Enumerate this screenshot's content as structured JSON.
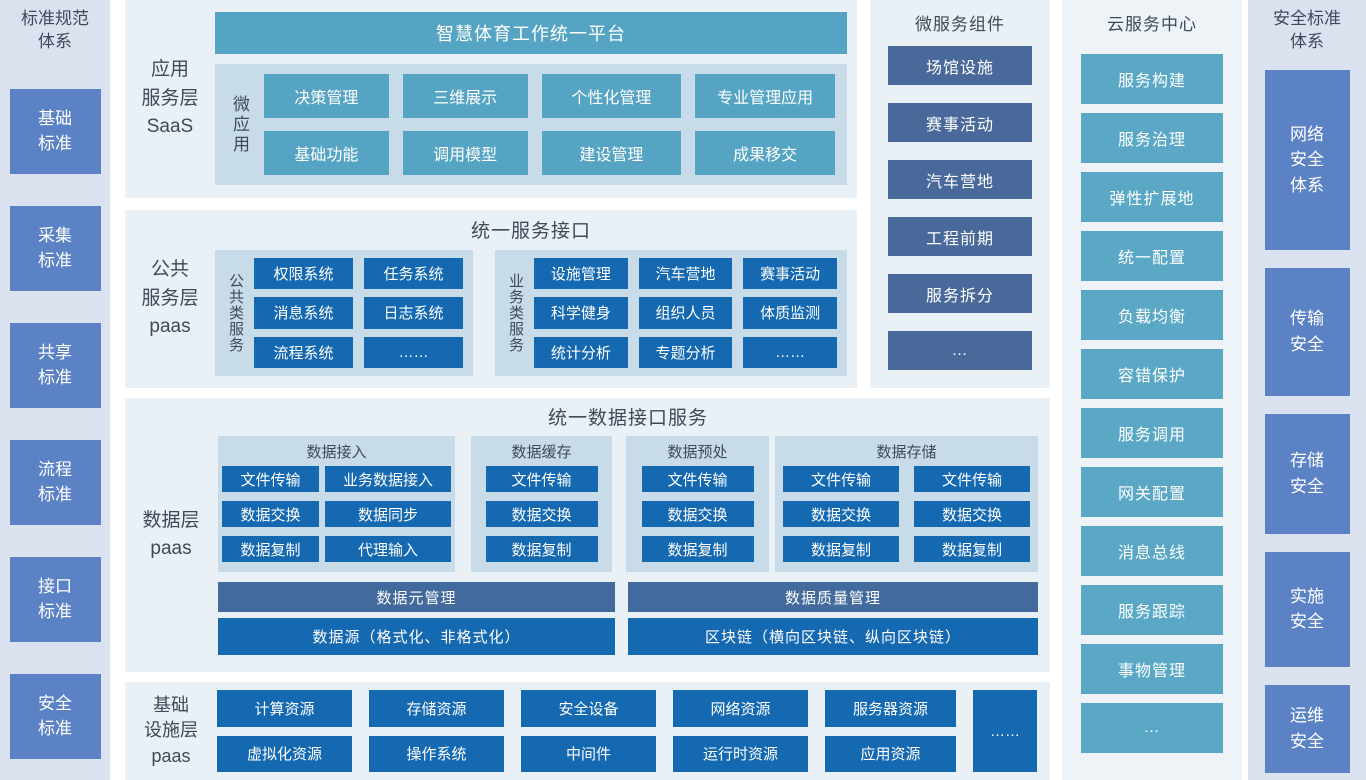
{
  "colors": {
    "teal": "#56a4c3",
    "bright_blue": "#1569b1",
    "slate_blue": "#48699a",
    "slate_bar": "#436a9d",
    "side_box_blue": "#5a82c4",
    "panel_bg": "#e9f1f6",
    "subpanel_bg": "#c8dbe9",
    "strip_bg": "#dae2f0",
    "dark_text": "#3f4a58"
  },
  "left_column": {
    "title": "标准规范\n体系",
    "items": [
      "基础\n标准",
      "采集\n标准",
      "共享\n标准",
      "流程\n标准",
      "接口\n标准",
      "安全\n标准"
    ]
  },
  "saas_layer": {
    "label": "应用\n服务层\nSaaS",
    "header": "智慧体育工作统一平台",
    "group_label": "微应用",
    "apps": [
      "决策管理",
      "三维展示",
      "个性化管理",
      "专业管理应用",
      "基础功能",
      "调用模型",
      "建设管理",
      "成果移交"
    ]
  },
  "paas_layer": {
    "label": "公共\n服务层\npaas",
    "header": "统一服务接口",
    "groups": [
      {
        "label": "公共类服务",
        "items": [
          "权限系统",
          "任务系统",
          "消息系统",
          "日志系统",
          "流程系统",
          "……"
        ]
      },
      {
        "label": "业务类服务",
        "items": [
          "设施管理",
          "汽车营地",
          "赛事活动",
          "科学健身",
          "组织人员",
          "体质监测",
          "统计分析",
          "专题分析",
          "……"
        ]
      }
    ]
  },
  "data_layer": {
    "label": "数据层\npaas",
    "header": "统一数据接口服务",
    "groups": [
      {
        "title": "数据接入",
        "items": [
          "文件传输",
          "业务数据接入",
          "数据交换",
          "数据同步",
          "数据复制",
          "代理输入"
        ]
      },
      {
        "title": "数据缓存",
        "items": [
          "文件传输",
          "数据交换",
          "数据复制"
        ]
      },
      {
        "title": "数据预处",
        "items": [
          "文件传输",
          "数据交换",
          "数据复制"
        ]
      },
      {
        "title": "数据存储",
        "items": [
          "文件传输",
          "文件传输",
          "数据交换",
          "数据交换",
          "数据复制",
          "数据复制"
        ]
      }
    ],
    "management_bars": [
      "数据元管理",
      "数据质量管理"
    ],
    "source_bars": [
      "数据源（格式化、非格式化）",
      "区块链（横向区块链、纵向区块链）"
    ]
  },
  "infra_layer": {
    "label": "基础\n设施层\npaas",
    "items": [
      "计算资源",
      "存储资源",
      "安全设备",
      "网络资源",
      "服务器资源",
      "虚拟化资源",
      "操作系统",
      "中间件",
      "运行时资源",
      "应用资源"
    ],
    "more": "……"
  },
  "microservices": {
    "title": "微服务组件",
    "items": [
      "场馆设施",
      "赛事活动",
      "汽车营地",
      "工程前期",
      "服务拆分",
      "…"
    ]
  },
  "cloud_center": {
    "title": "云服务中心",
    "items": [
      "服务构建",
      "服务治理",
      "弹性扩展地",
      "统一配置",
      "负载均衡",
      "容错保护",
      "服务调用",
      "网关配置",
      "消息总线",
      "服务跟踪",
      "事物管理",
      "…"
    ]
  },
  "right_column": {
    "title": "安全标准\n体系",
    "items": [
      "网络\n安全\n体系",
      "传输\n安全",
      "存储\n安全",
      "实施\n安全",
      "运维\n安全"
    ]
  }
}
